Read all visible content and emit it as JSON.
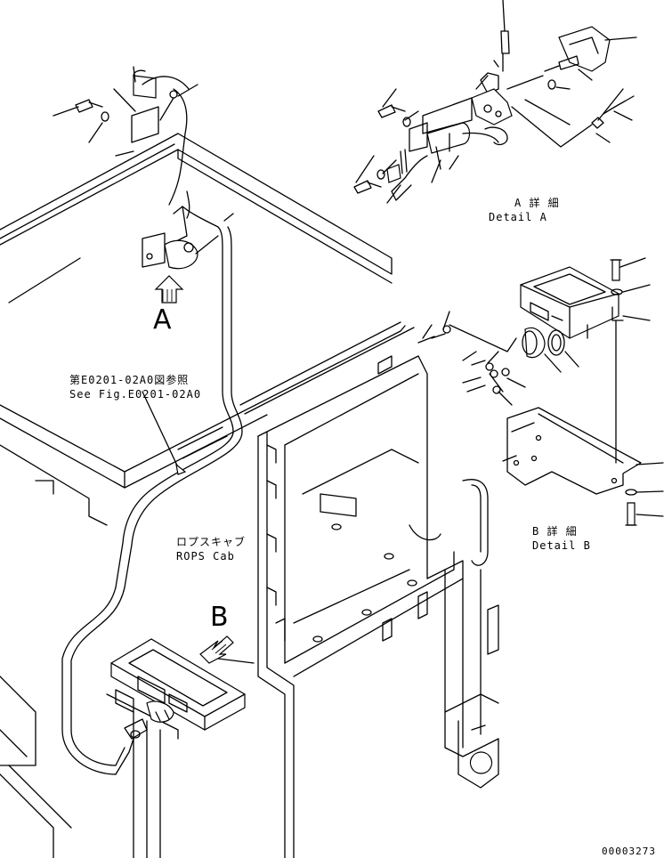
{
  "labels": {
    "view_a_arrow": "A",
    "view_b_arrow": "B",
    "detail_a_jp": "A 詳 細",
    "detail_a_en": "Detail A",
    "detail_b_jp": "B 詳 細",
    "detail_b_en": "Detail B",
    "see_fig_jp": "第E0201-02A0図参照",
    "see_fig_en": "See Fig.E0201-02A0",
    "rops_jp": "ロプスキャブ",
    "rops_en": "ROPS Cab",
    "drawing_number": "00003273"
  },
  "colors": {
    "line": "#000000",
    "background": "#ffffff"
  }
}
